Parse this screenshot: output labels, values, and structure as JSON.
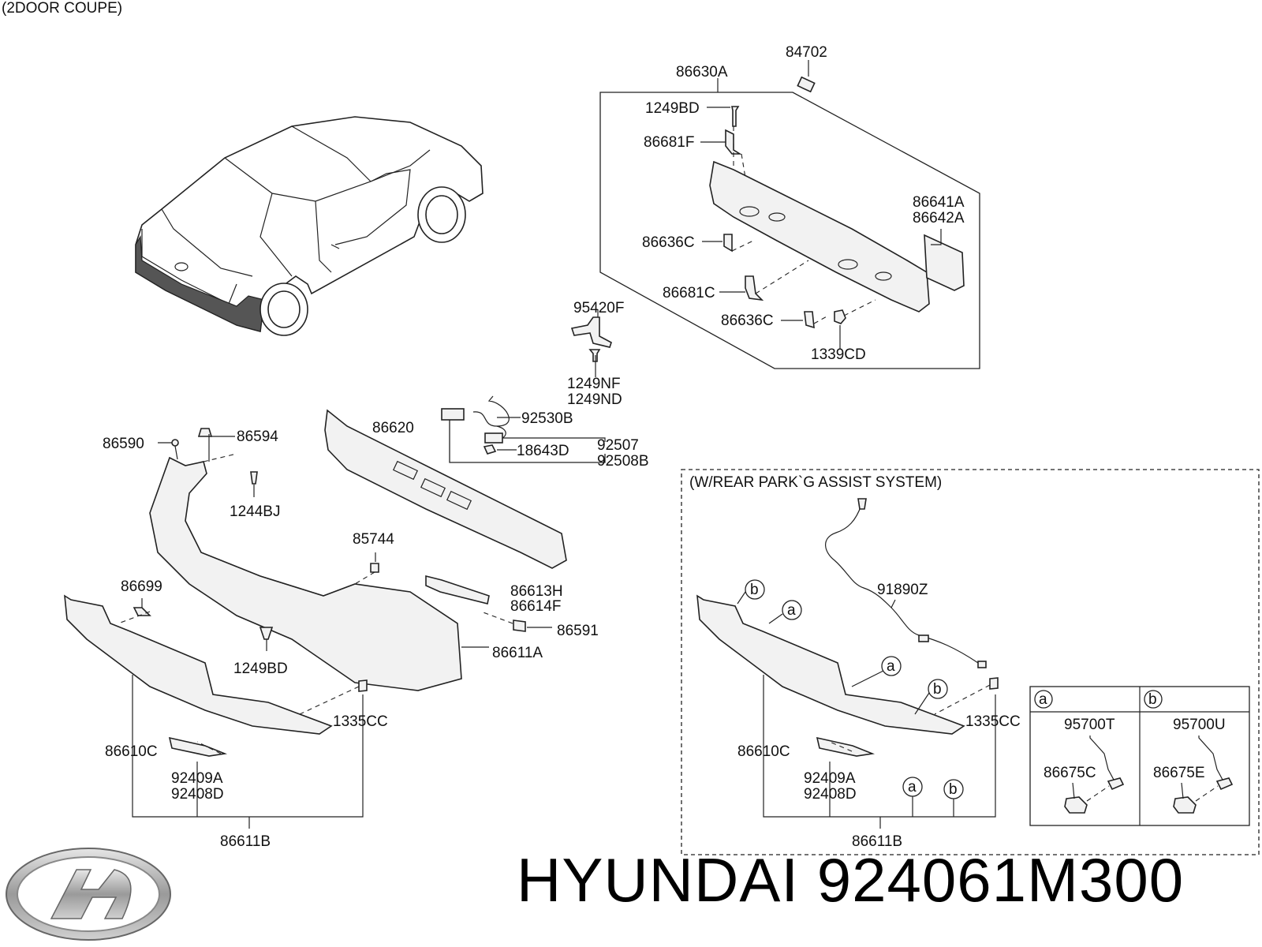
{
  "header": {
    "variant_note": "(2DOOR COUPE)"
  },
  "reinforcement_group": {
    "parts": {
      "bracket_top": "84702",
      "assy": "86630A",
      "bolt": "1249BD",
      "bracket_f": "86681F",
      "stay_a": "86641A",
      "stay_b": "86642A",
      "clip_1": "86636C",
      "bracket_c": "86681C",
      "clip_2": "86636C",
      "nut": "1339CD"
    }
  },
  "wiring_group": {
    "parts": {
      "sensor_wire": "95420F",
      "screw_a": "1249NF",
      "screw_b": "1249ND",
      "harness": "92530B",
      "lamp_a": "92507",
      "lamp_b": "92508B",
      "bulb": "18643D"
    }
  },
  "bumper_group": {
    "parts": {
      "absorber": "86620",
      "retainer_a": "86590",
      "retainer_b": "86594",
      "bolt_bj": "1244BJ",
      "screw_744": "85744",
      "piece_699": "86699",
      "molding_h": "86613H",
      "molding_f": "86614F",
      "screw_591": "86591",
      "cover": "86611A",
      "bolt_bd": "1249BD",
      "clip_cc": "1335CC",
      "lower_cover": "86610C",
      "reflector_a": "92409A",
      "reflector_b": "92408D",
      "assy_lower": "86611B"
    }
  },
  "park_assist_group": {
    "title": "(W/REAR PARK`G ASSIST SYSTEM)",
    "circle_a": "a",
    "circle_b": "b",
    "parts": {
      "wiring": "91890Z",
      "clip_cc": "1335CC",
      "lower_cover": "86610C",
      "reflector_a": "92409A",
      "reflector_b": "92408D",
      "assy_lower": "86611B"
    },
    "inset_a": {
      "sensor": "95700T",
      "holder": "86675C"
    },
    "inset_b": {
      "sensor": "95700U",
      "holder": "86675E"
    }
  },
  "footer": {
    "title": "HYUNDAI 924061M300"
  },
  "colors": {
    "ink": "#222222",
    "part_fill": "#f2f2f2",
    "background": "#ffffff"
  },
  "icons": {
    "brand": "hyundai-logo-icon"
  }
}
